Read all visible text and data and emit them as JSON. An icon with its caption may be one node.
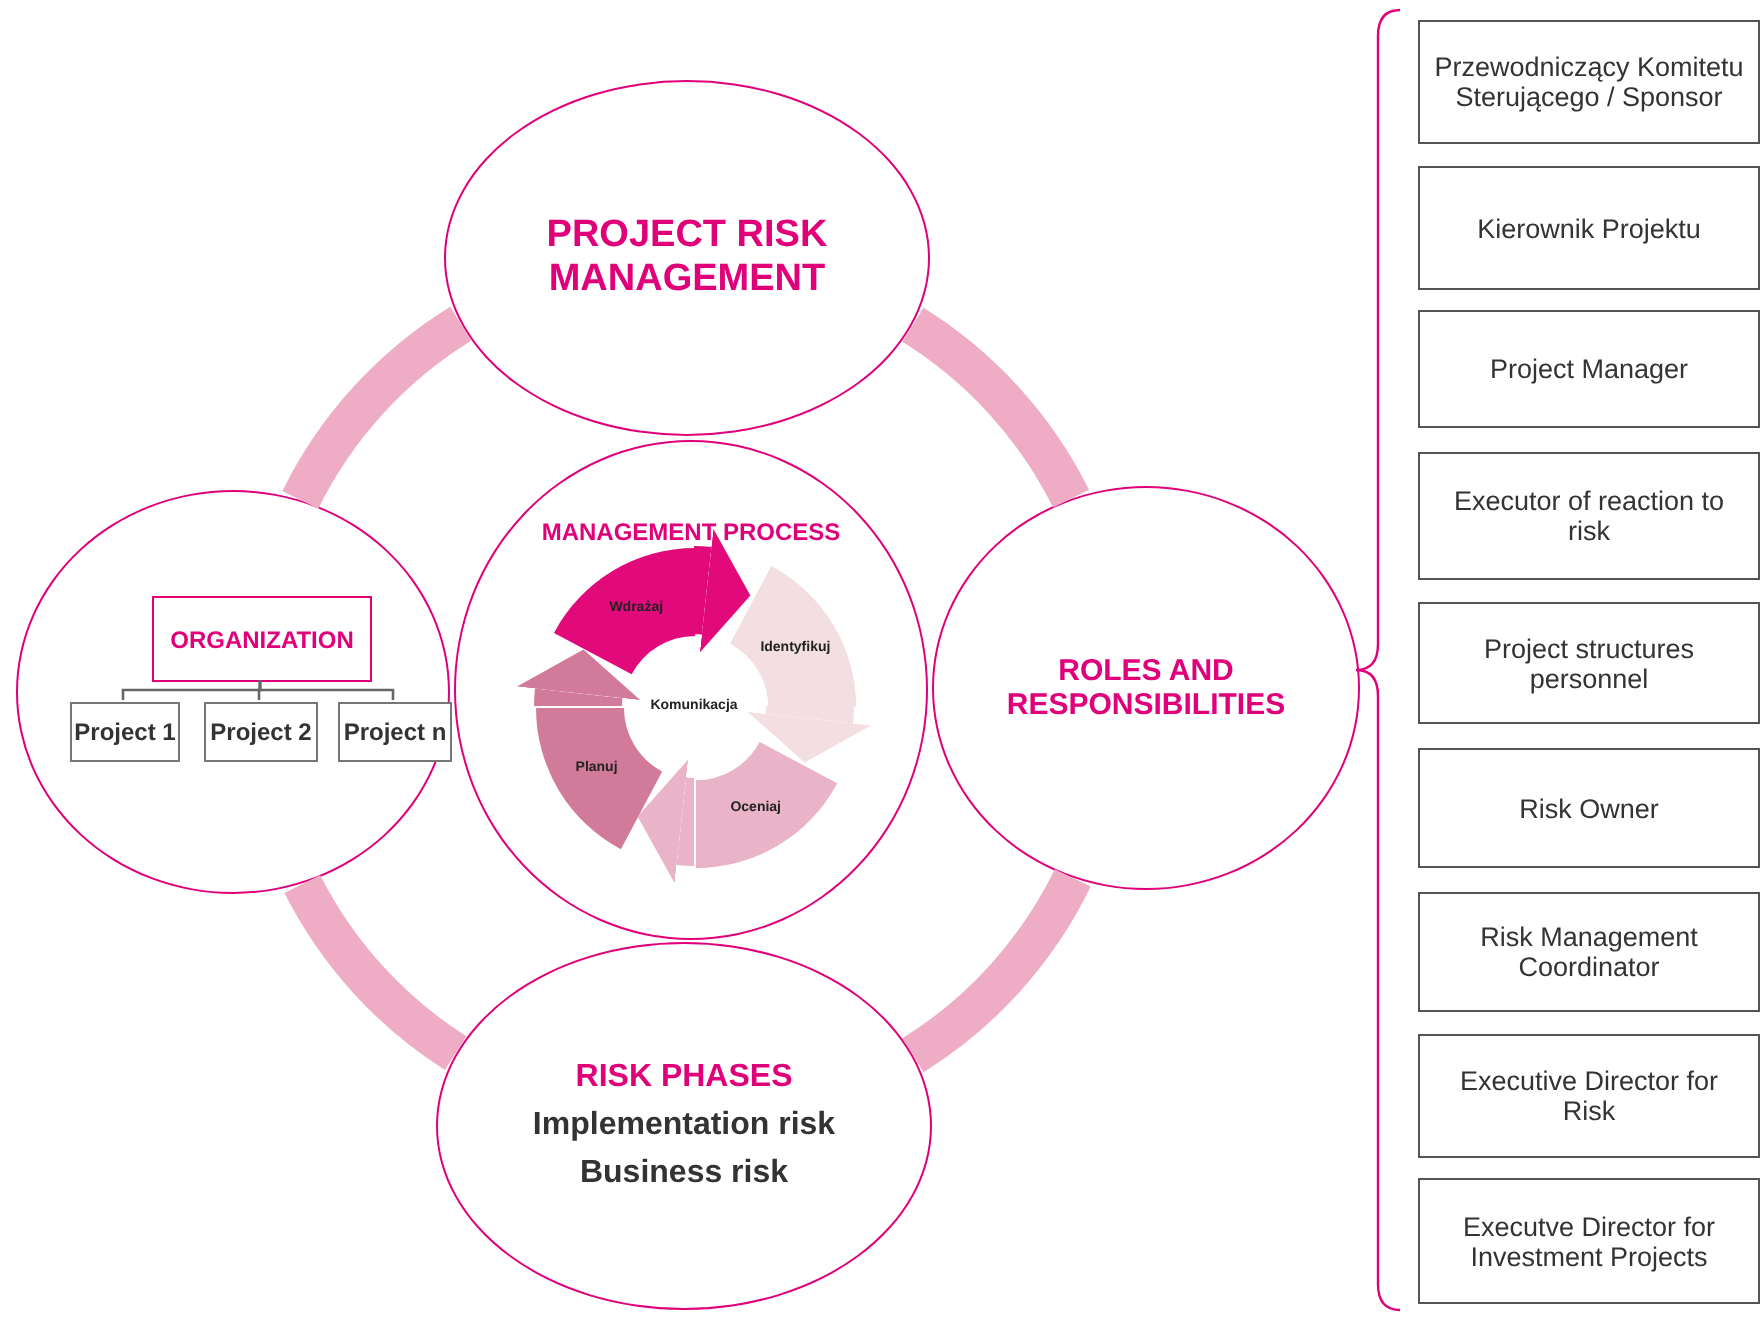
{
  "diagram": {
    "nodes": [
      {
        "text": [
          "PROJECT RISK MANAGEMENT"
        ]
      },
      {
        "text": [
          "MANAGEMENT PROCESS"
        ]
      },
      {
        "text": [
          "Wdrażaj"
        ],
        "in": 1
      },
      {
        "text": [
          "Identyfikuj"
        ],
        "in": 1
      },
      {
        "text": [
          "Oceniaj"
        ],
        "in": 1
      },
      {
        "text": [
          "Planuj"
        ],
        "in": 1
      },
      {
        "text": [],
        "shape": "circle"
      },
      {
        "text": [
          "ORGANIZATION"
        ],
        "in": 6
      },
      {
        "text": [
          "Project 1"
        ],
        "in": 6
      },
      {
        "text": [
          "Project 2"
        ],
        "in": 6
      },
      {
        "text": [
          "Project n"
        ],
        "in": 6
      },
      {
        "text": [
          "ROLES AND RESPONSIBILITIES"
        ]
      },
      {
        "text": [
          "RISK PHASES",
          "Implementation risk",
          "Business risk"
        ]
      },
      {
        "text": [
          "Przewodniczący Komitetu Sterującego / Sponsor"
        ]
      },
      {
        "text": [
          "Kierownik Projektu"
        ]
      },
      {
        "text": [
          "Project Manager"
        ]
      },
      {
        "text": [
          "Executor of reaction to risk"
        ]
      },
      {
        "text": [
          "Project structures personnel"
        ]
      },
      {
        "text": [
          "Risk Owner"
        ]
      },
      {
        "text": [
          "Risk Management Coordinator"
        ]
      },
      {
        "text": [
          "Executive Director for Risk"
        ]
      },
      {
        "text": [
          "Executve Director for Investment Projects"
        ]
      }
    ],
    "edges": [
      {
        "from": 2,
        "to": 3,
        "arrow": "to",
        "style": "thick",
        "color": "#e2097a"
      },
      {
        "from": 3,
        "to": 4,
        "arrow": "to",
        "style": "thick",
        "color": "#f3dfe1"
      },
      {
        "from": 4,
        "to": 5,
        "arrow": "to",
        "style": "thick",
        "color": "#e9b3c8"
      },
      {
        "from": 5,
        "to": 2,
        "arrow": "to",
        "style": "thick",
        "color": "#d27a9a"
      },
      {
        "from": 7,
        "to": 8,
        "arrow": "none",
        "color": "#666666"
      },
      {
        "from": 7,
        "to": 9,
        "arrow": "none",
        "color": "#666666"
      },
      {
        "from": 7,
        "to": 10,
        "arrow": "none",
        "color": "#666666"
      },
      {
        "from": 0,
        "to": 11,
        "arrow": "none",
        "color": "#efadc5"
      },
      {
        "from": 11,
        "to": 12,
        "arrow": "none",
        "color": "#efadc5"
      },
      {
        "from": 12,
        "to": 6,
        "arrow": "none",
        "color": "#efadc5"
      },
      {
        "from": 6,
        "to": 0,
        "arrow": "none",
        "color": "#efadc5"
      }
    ],
    "labels": [
      "Komunikacja"
    ]
  }
}
